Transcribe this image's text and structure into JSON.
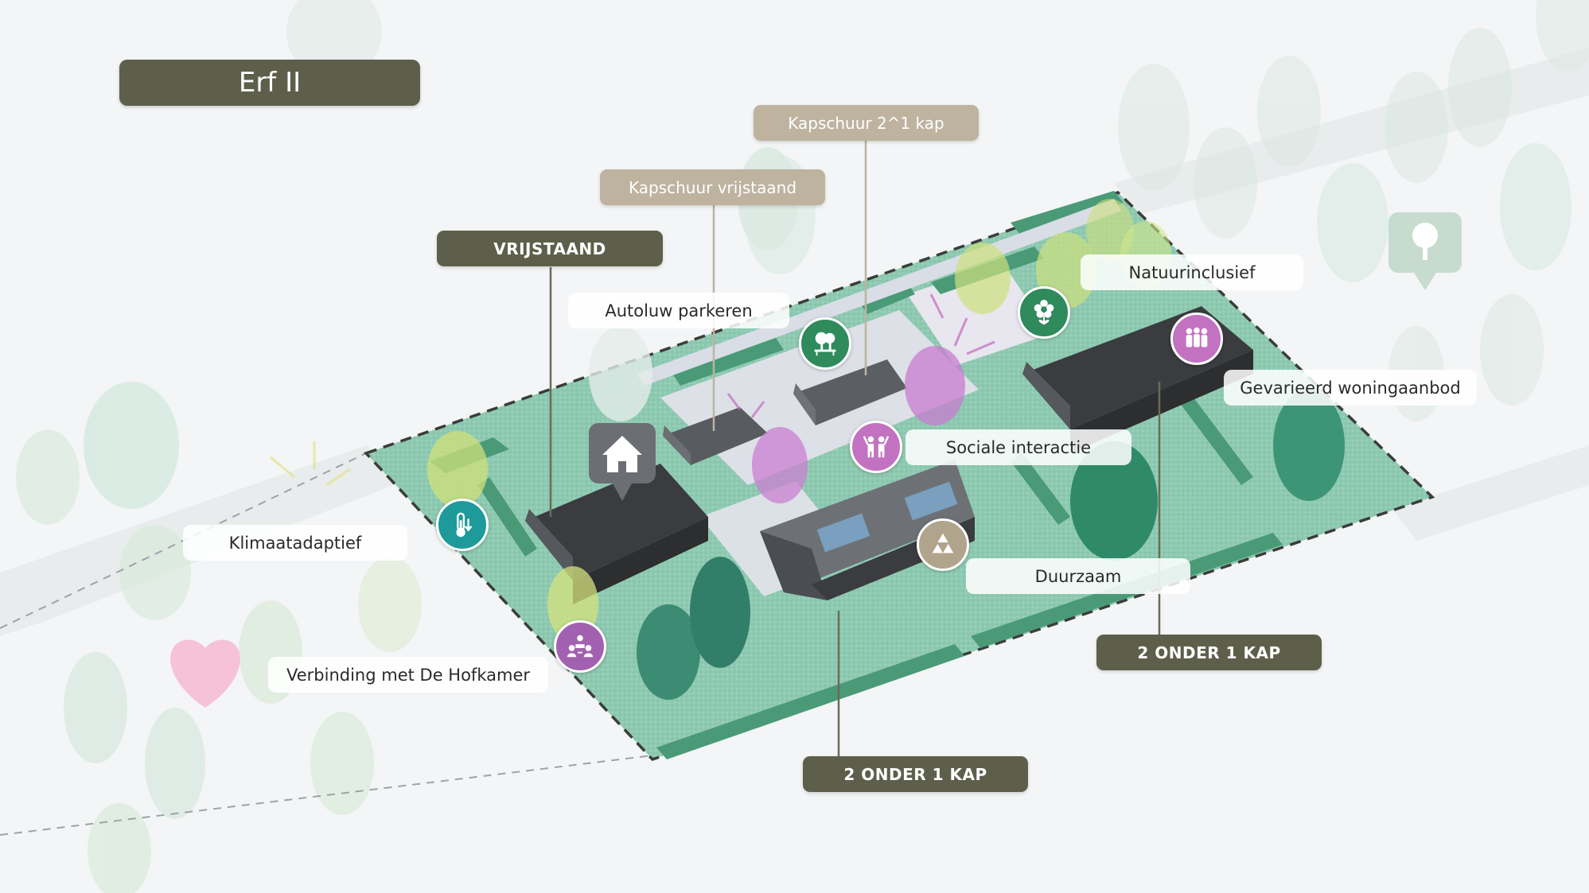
{
  "title": "Erf II",
  "tags": {
    "vrijstaand": "VRIJSTAAND",
    "kapschuur_vrijstaand": "Kapschuur vrijstaand",
    "kapschuur_2_1_kap": "Kapschuur 2^1 kap",
    "onder_1_kap_right": "2 ONDER 1 KAP",
    "onder_1_kap_bottom": "2 ONDER 1 KAP"
  },
  "labels": {
    "autoluw_parkeren": "Autoluw parkeren",
    "natuurinclusief": "Natuurinclusief",
    "gevarieerd_woningaanbod": "Gevarieerd woningaanbod",
    "sociale_interactie": "Sociale interactie",
    "klimaatadaptief": "Klimaatadaptief",
    "duurzaam": "Duurzaam",
    "verbinding_hofkamer": "Verbinding met De Hofkamer"
  },
  "icons": {
    "tree_bench": "tree-bench-icon",
    "flower": "flower-icon",
    "family": "family-icon",
    "people_cheering": "people-cheering-icon",
    "recycle": "recycle-icon",
    "thermometer": "thermometer-icon",
    "community": "community-icon",
    "house_pin": "house-pin-icon",
    "tree_pin": "tree-pin-icon",
    "heart": "heart-icon"
  },
  "colors": {
    "dark_tag": "#5e5f4a",
    "beige_tag": "#bdb39f",
    "green_icon": "#2f8a5c",
    "purple_icon": "#c372c1",
    "teal_icon": "#1e9a9a",
    "beige_icon": "#b1a48c",
    "grass": "#8fcbb3",
    "roof": "#404346"
  }
}
